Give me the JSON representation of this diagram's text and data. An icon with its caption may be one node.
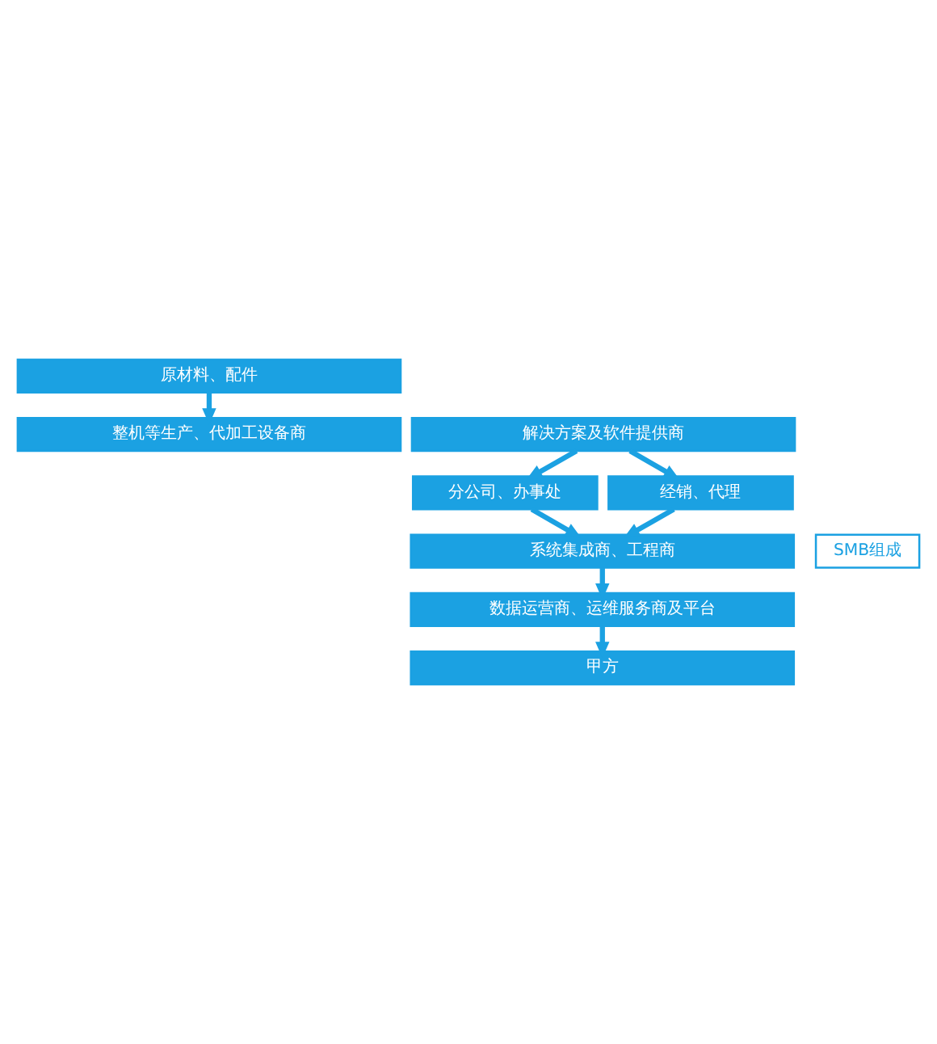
{
  "diagram": {
    "nodes": [
      {
        "text": [
          "原材料、配件"
        ]
      },
      {
        "text": [
          "整机等生产、代加工设备商"
        ]
      },
      {
        "text": [
          "解决方案及软件提供商"
        ]
      },
      {
        "text": [
          "分公司、办事处"
        ]
      },
      {
        "text": [
          "经销、代理"
        ]
      },
      {
        "text": [
          "系统集成商、工程商"
        ]
      },
      {
        "text": [
          "数据运营商、运维服务商及平台"
        ]
      },
      {
        "text": [
          "甲方"
        ]
      },
      {
        "text": [
          "SMB组成"
        ]
      }
    ],
    "edges": [
      {
        "from": 0,
        "to": 1,
        "arrow": "to"
      },
      {
        "from": 2,
        "to": 3,
        "arrow": "to"
      },
      {
        "from": 2,
        "to": 4,
        "arrow": "to"
      },
      {
        "from": 3,
        "to": 5,
        "arrow": "to"
      },
      {
        "from": 4,
        "to": 5,
        "arrow": "to"
      },
      {
        "from": 5,
        "to": 6,
        "arrow": "to"
      },
      {
        "from": 6,
        "to": 7,
        "arrow": "to"
      }
    ]
  }
}
